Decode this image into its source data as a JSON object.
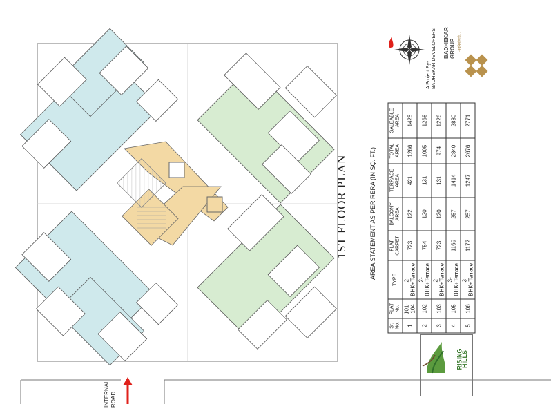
{
  "project": {
    "title": "1ST  FLOOR PLAN",
    "area_statement_title": "AREA STATEMENT  AS PER RERA (IN SQ. FT.)",
    "by_line": "A Project By-",
    "developer": "BADHEKAR DEVELOPERS",
    "brand_line1": "BADHEKAR",
    "brand_line2": "GROUP",
    "brand_tagline": "-नवनिर्माणाचे...",
    "road_line1": "INTERNAL",
    "road_line2": "ROAD",
    "logo_text1": "RISING",
    "logo_text2": "HILLS"
  },
  "table": {
    "headers": [
      "Sr. No.",
      "FLAT No.",
      "TYPE",
      "FLAT CARPET",
      "BALCONY AREA",
      "TERRACE AREA",
      "TOTAL AREA",
      "SALEABLE AREA"
    ],
    "rows": [
      [
        "1",
        "101-104",
        "2-BHK+Terrace",
        "723",
        "122",
        "421",
        "1266",
        "1425"
      ],
      [
        "2",
        "102",
        "2-BHK+Terrace",
        "754",
        "120",
        "131",
        "1005",
        "1268"
      ],
      [
        "3",
        "103",
        "2-BHK+Terrace",
        "723",
        "120",
        "131",
        "974",
        "1226"
      ],
      [
        "4",
        "105",
        "3-BHK+Terrace",
        "1169",
        "257",
        "1414",
        "2840",
        "2880"
      ],
      [
        "5",
        "106",
        "3-BHK+Terrace",
        "1172",
        "257",
        "1247",
        "2676",
        "2771"
      ]
    ]
  },
  "colors": {
    "wing_blue": "#cfe9ec",
    "wing_green": "#d7ecd1",
    "core_tan": "#f3d9a4",
    "arrow_red": "#e0211b",
    "brand_gold": "#b9924d"
  },
  "icons": [
    "compass-icon",
    "flame-logo-icon",
    "badhekar-logo-icon",
    "rising-hills-logo-icon",
    "road-arrow-icon"
  ]
}
